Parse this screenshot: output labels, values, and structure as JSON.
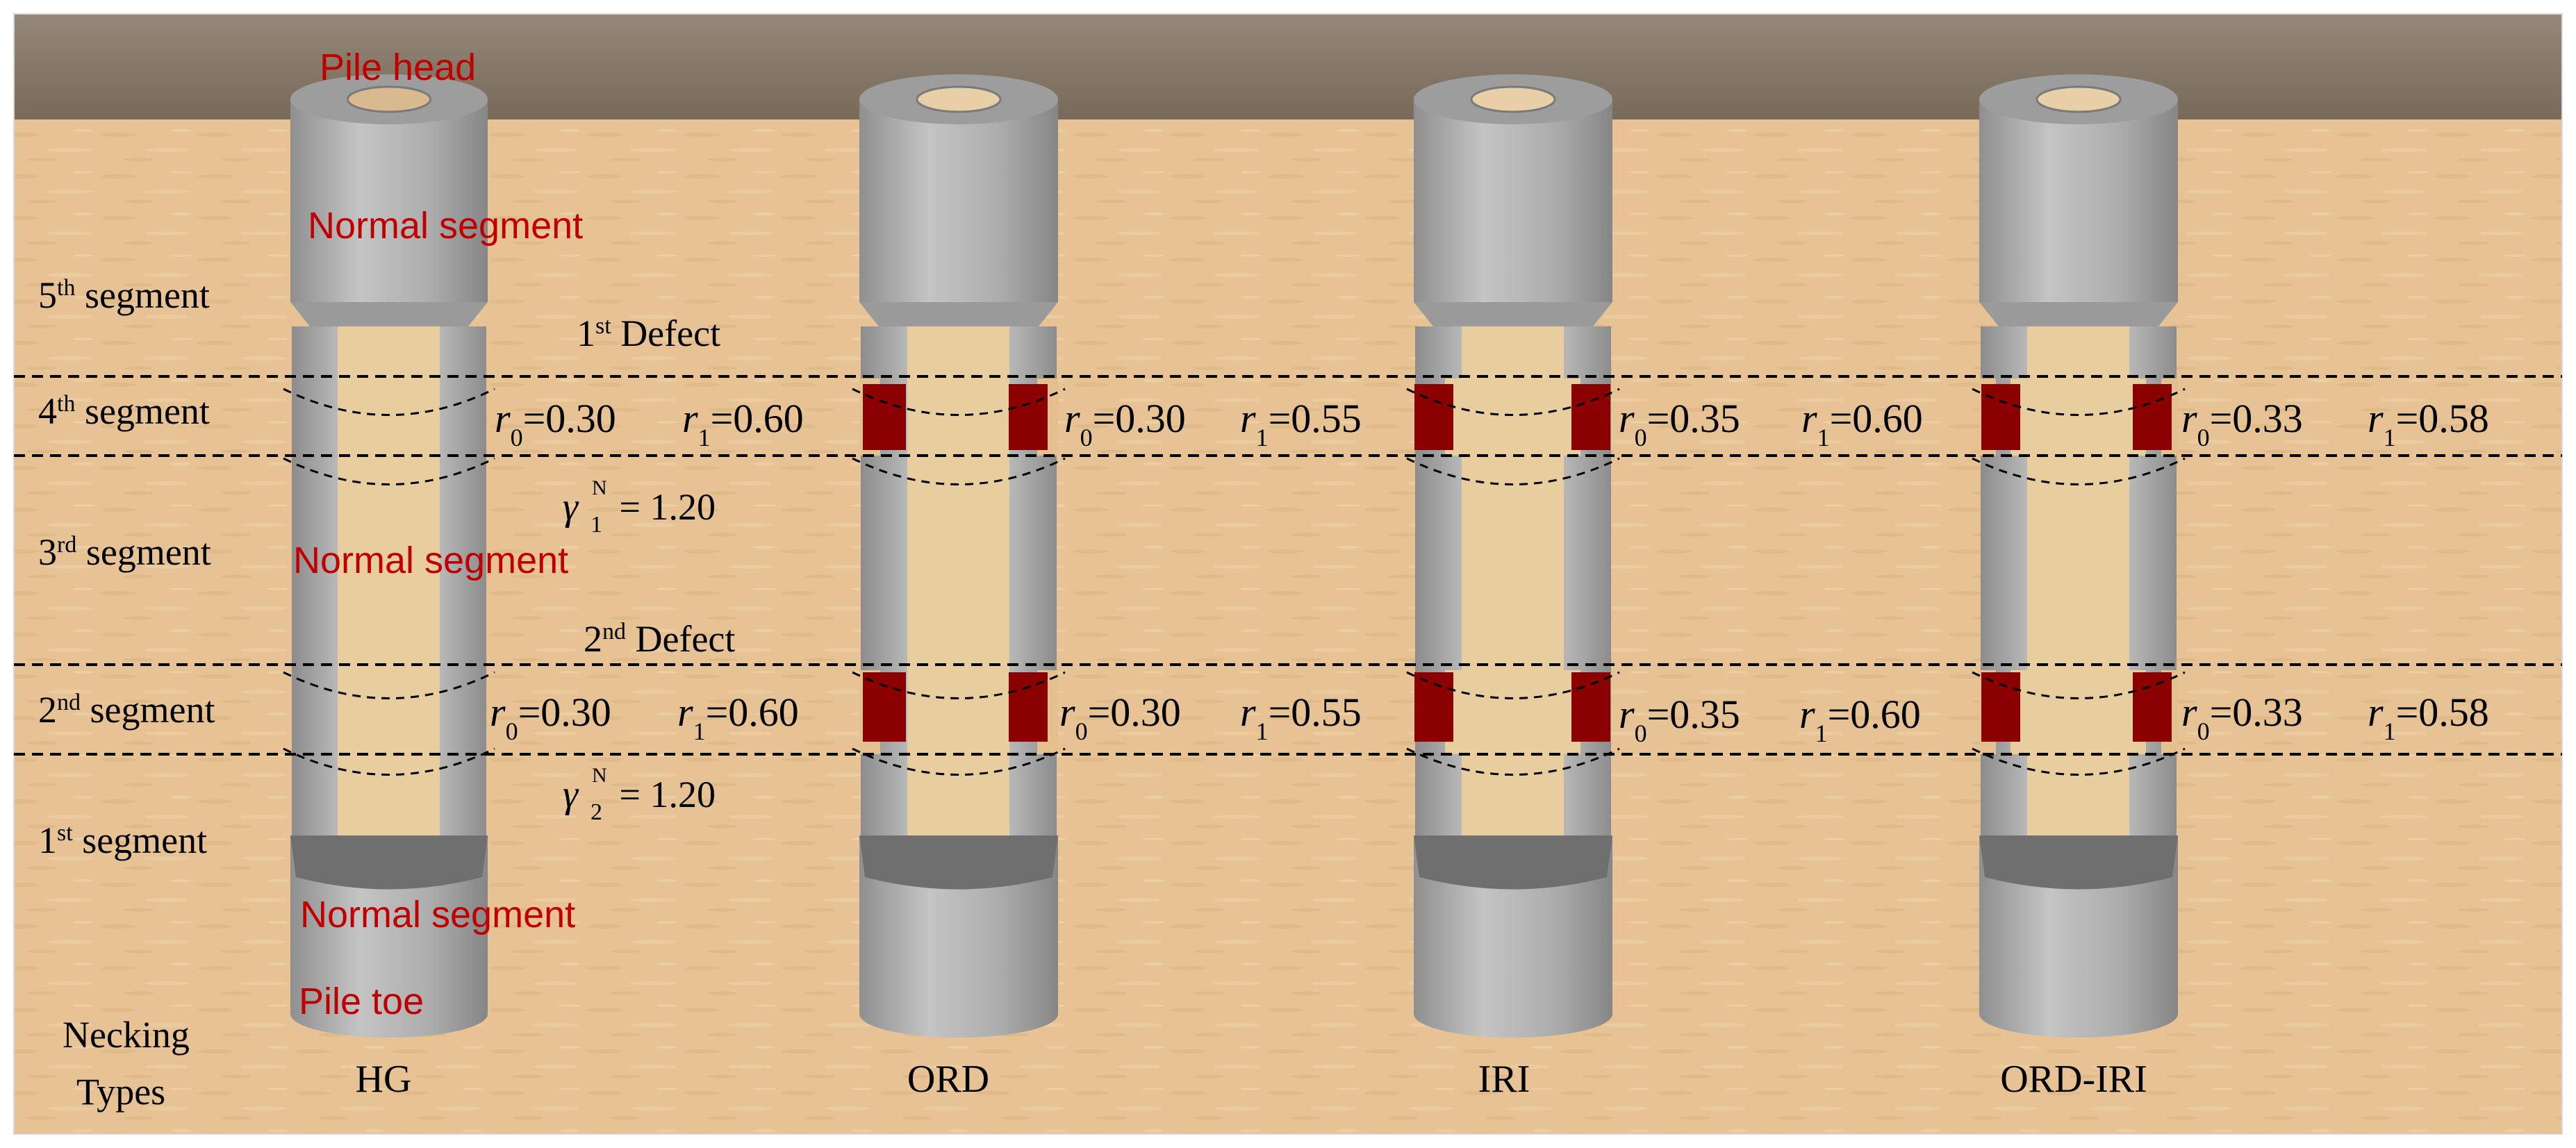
{
  "colors": {
    "surface": "#837562",
    "soil": "#e6c294",
    "concrete": "#b4b4b4",
    "concrete_dark": "#8a8a8a",
    "defect": "#8b0000",
    "label_red": "#c00000",
    "text": "#000000"
  },
  "head_label": "Pile head",
  "toe_label": "Pile toe",
  "normal_label": "Normal segment",
  "necking_line1": "Necking",
  "necking_line2": "Types",
  "segments": {
    "s5": {
      "num": "5",
      "sup": "th",
      "word": " segment"
    },
    "s4": {
      "num": "4",
      "sup": "th",
      "word": " segment"
    },
    "s3": {
      "num": "3",
      "sup": "rd",
      "word": " segment"
    },
    "s2": {
      "num": "2",
      "sup": "nd",
      "word": " segment"
    },
    "s1": {
      "num": "1",
      "sup": "st",
      "word": " segment"
    }
  },
  "defects": {
    "d1": {
      "num": "1",
      "sup": "st",
      "word": " Defect"
    },
    "d2": {
      "num": "2",
      "sup": "nd",
      "word": " Defect"
    }
  },
  "gammas": {
    "g1": {
      "sym": "γ",
      "sub": "1",
      "sup": "N",
      "value": " = 1.20"
    },
    "g2": {
      "sym": "γ",
      "sub": "2",
      "sup": "N",
      "value": " = 1.20"
    }
  },
  "piles": [
    {
      "name": "HG",
      "r0": "=0.30",
      "r1": "=0.60"
    },
    {
      "name": "ORD",
      "r0": "=0.30",
      "r1": "=0.55"
    },
    {
      "name": "IRI",
      "r0": "=0.35",
      "r1": "=0.60"
    },
    {
      "name": "ORD-IRI",
      "r0": "=0.33",
      "r1": "=0.58"
    }
  ],
  "r_symbol": "r",
  "r0_sub": "0",
  "r1_sub": "1"
}
